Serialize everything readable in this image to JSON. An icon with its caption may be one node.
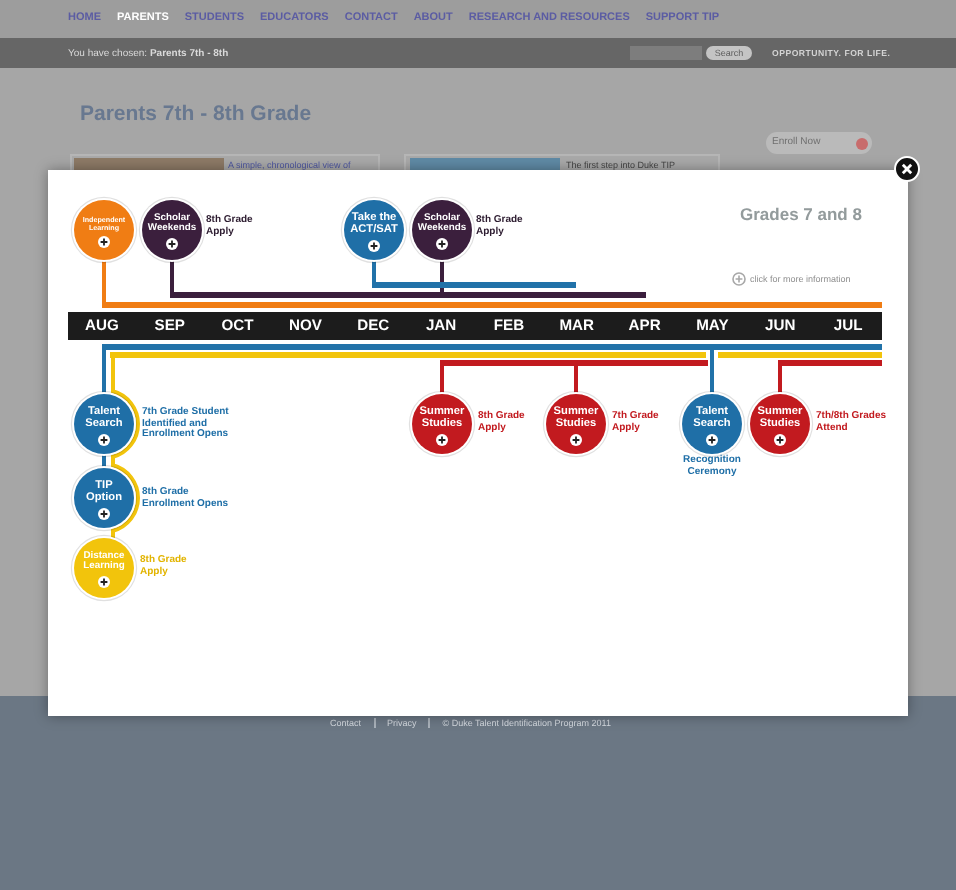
{
  "diagram": {
    "title": "Grades 7 and 8",
    "nodes": [
      {
        "text": [
          "Independent Learning"
        ]
      },
      {
        "text": [
          "Scholar Weekends"
        ],
        "beside": [
          "8th Grade Apply"
        ]
      },
      {
        "text": [
          "Take the ACT/SAT"
        ]
      },
      {
        "text": [
          "Scholar Weekends"
        ],
        "beside": [
          "8th Grade Apply"
        ]
      },
      {
        "text": [],
        "shape": "bar"
      },
      {
        "text": [],
        "shape": "bar"
      },
      {
        "text": [],
        "shape": "bar"
      },
      {
        "text": [
          "AUG",
          "SEP",
          "OCT",
          "NOV",
          "DEC",
          "JAN",
          "FEB",
          "MAR",
          "APR",
          "MAY",
          "JUN",
          "JUL"
        ]
      },
      {
        "text": [],
        "shape": "bar"
      },
      {
        "text": [],
        "shape": "bar"
      },
      {
        "text": [],
        "shape": "bar"
      },
      {
        "text": [],
        "shape": "bar"
      },
      {
        "text": [
          "Talent Search"
        ],
        "beside": [
          "7th Grade Student Identified and Enrollment Opens"
        ]
      },
      {
        "text": [
          "Summer Studies"
        ],
        "beside": [
          "8th Grade Apply"
        ]
      },
      {
        "text": [
          "Summer Studies"
        ],
        "beside": [
          "7th Grade Apply"
        ]
      },
      {
        "text": [
          "Talent Search"
        ],
        "beside": [
          "Recognition Ceremony"
        ]
      },
      {
        "text": [
          "Summer Studies"
        ],
        "beside": [
          "7th/8th Grades Attend"
        ]
      },
      {
        "text": [
          "TIP Option"
        ],
        "beside": [
          "8th Grade Enrollment Opens"
        ]
      },
      {
        "text": [
          "Distance Learning"
        ],
        "beside": [
          "8th Grade Apply"
        ]
      }
    ],
    "edges": [
      {
        "from": 0,
        "to": 6,
        "arrow": "none",
        "color": "#f07d14"
      },
      {
        "from": 1,
        "to": 5,
        "arrow": "none",
        "color": "#3b1f3d"
      },
      {
        "from": 2,
        "to": 4,
        "arrow": "none"
      },
      {
        "from": 3,
        "to": 5,
        "arrow": "none",
        "color": "#3b1f3d"
      },
      {
        "from": 12,
        "to": 8,
        "arrow": "none"
      },
      {
        "from": 12,
        "to": 17,
        "arrow": "none"
      },
      {
        "from": 9,
        "to": 18,
        "arrow": "none",
        "color": "#f2c40c"
      },
      {
        "from": 13,
        "to": 10,
        "arrow": "none",
        "color": "#c21a1f"
      },
      {
        "from": 14,
        "to": 10,
        "arrow": "none",
        "color": "#c21a1f"
      },
      {
        "from": 15,
        "to": 8,
        "arrow": "none"
      },
      {
        "from": 16,
        "to": 11,
        "arrow": "none",
        "color": "#c21a1f"
      }
    ],
    "labels": [
      "HOME",
      "PARENTS",
      "STUDENTS",
      "EDUCATORS",
      "CONTACT",
      "ABOUT",
      "RESEARCH AND RESOURCES",
      "SUPPORT TIP",
      "You have chosen: **Parents 7th - 8th**",
      "Search",
      "OPPORTUNITY. FOR LIFE.",
      "Parents 7th - 8th Grade",
      "Enroll Now",
      "A simple, chronological view of",
      "The first step into Duke TIP",
      "click for more information",
      "Contact",
      "Privacy",
      "© Duke Talent Identification Program 2011"
    ]
  }
}
